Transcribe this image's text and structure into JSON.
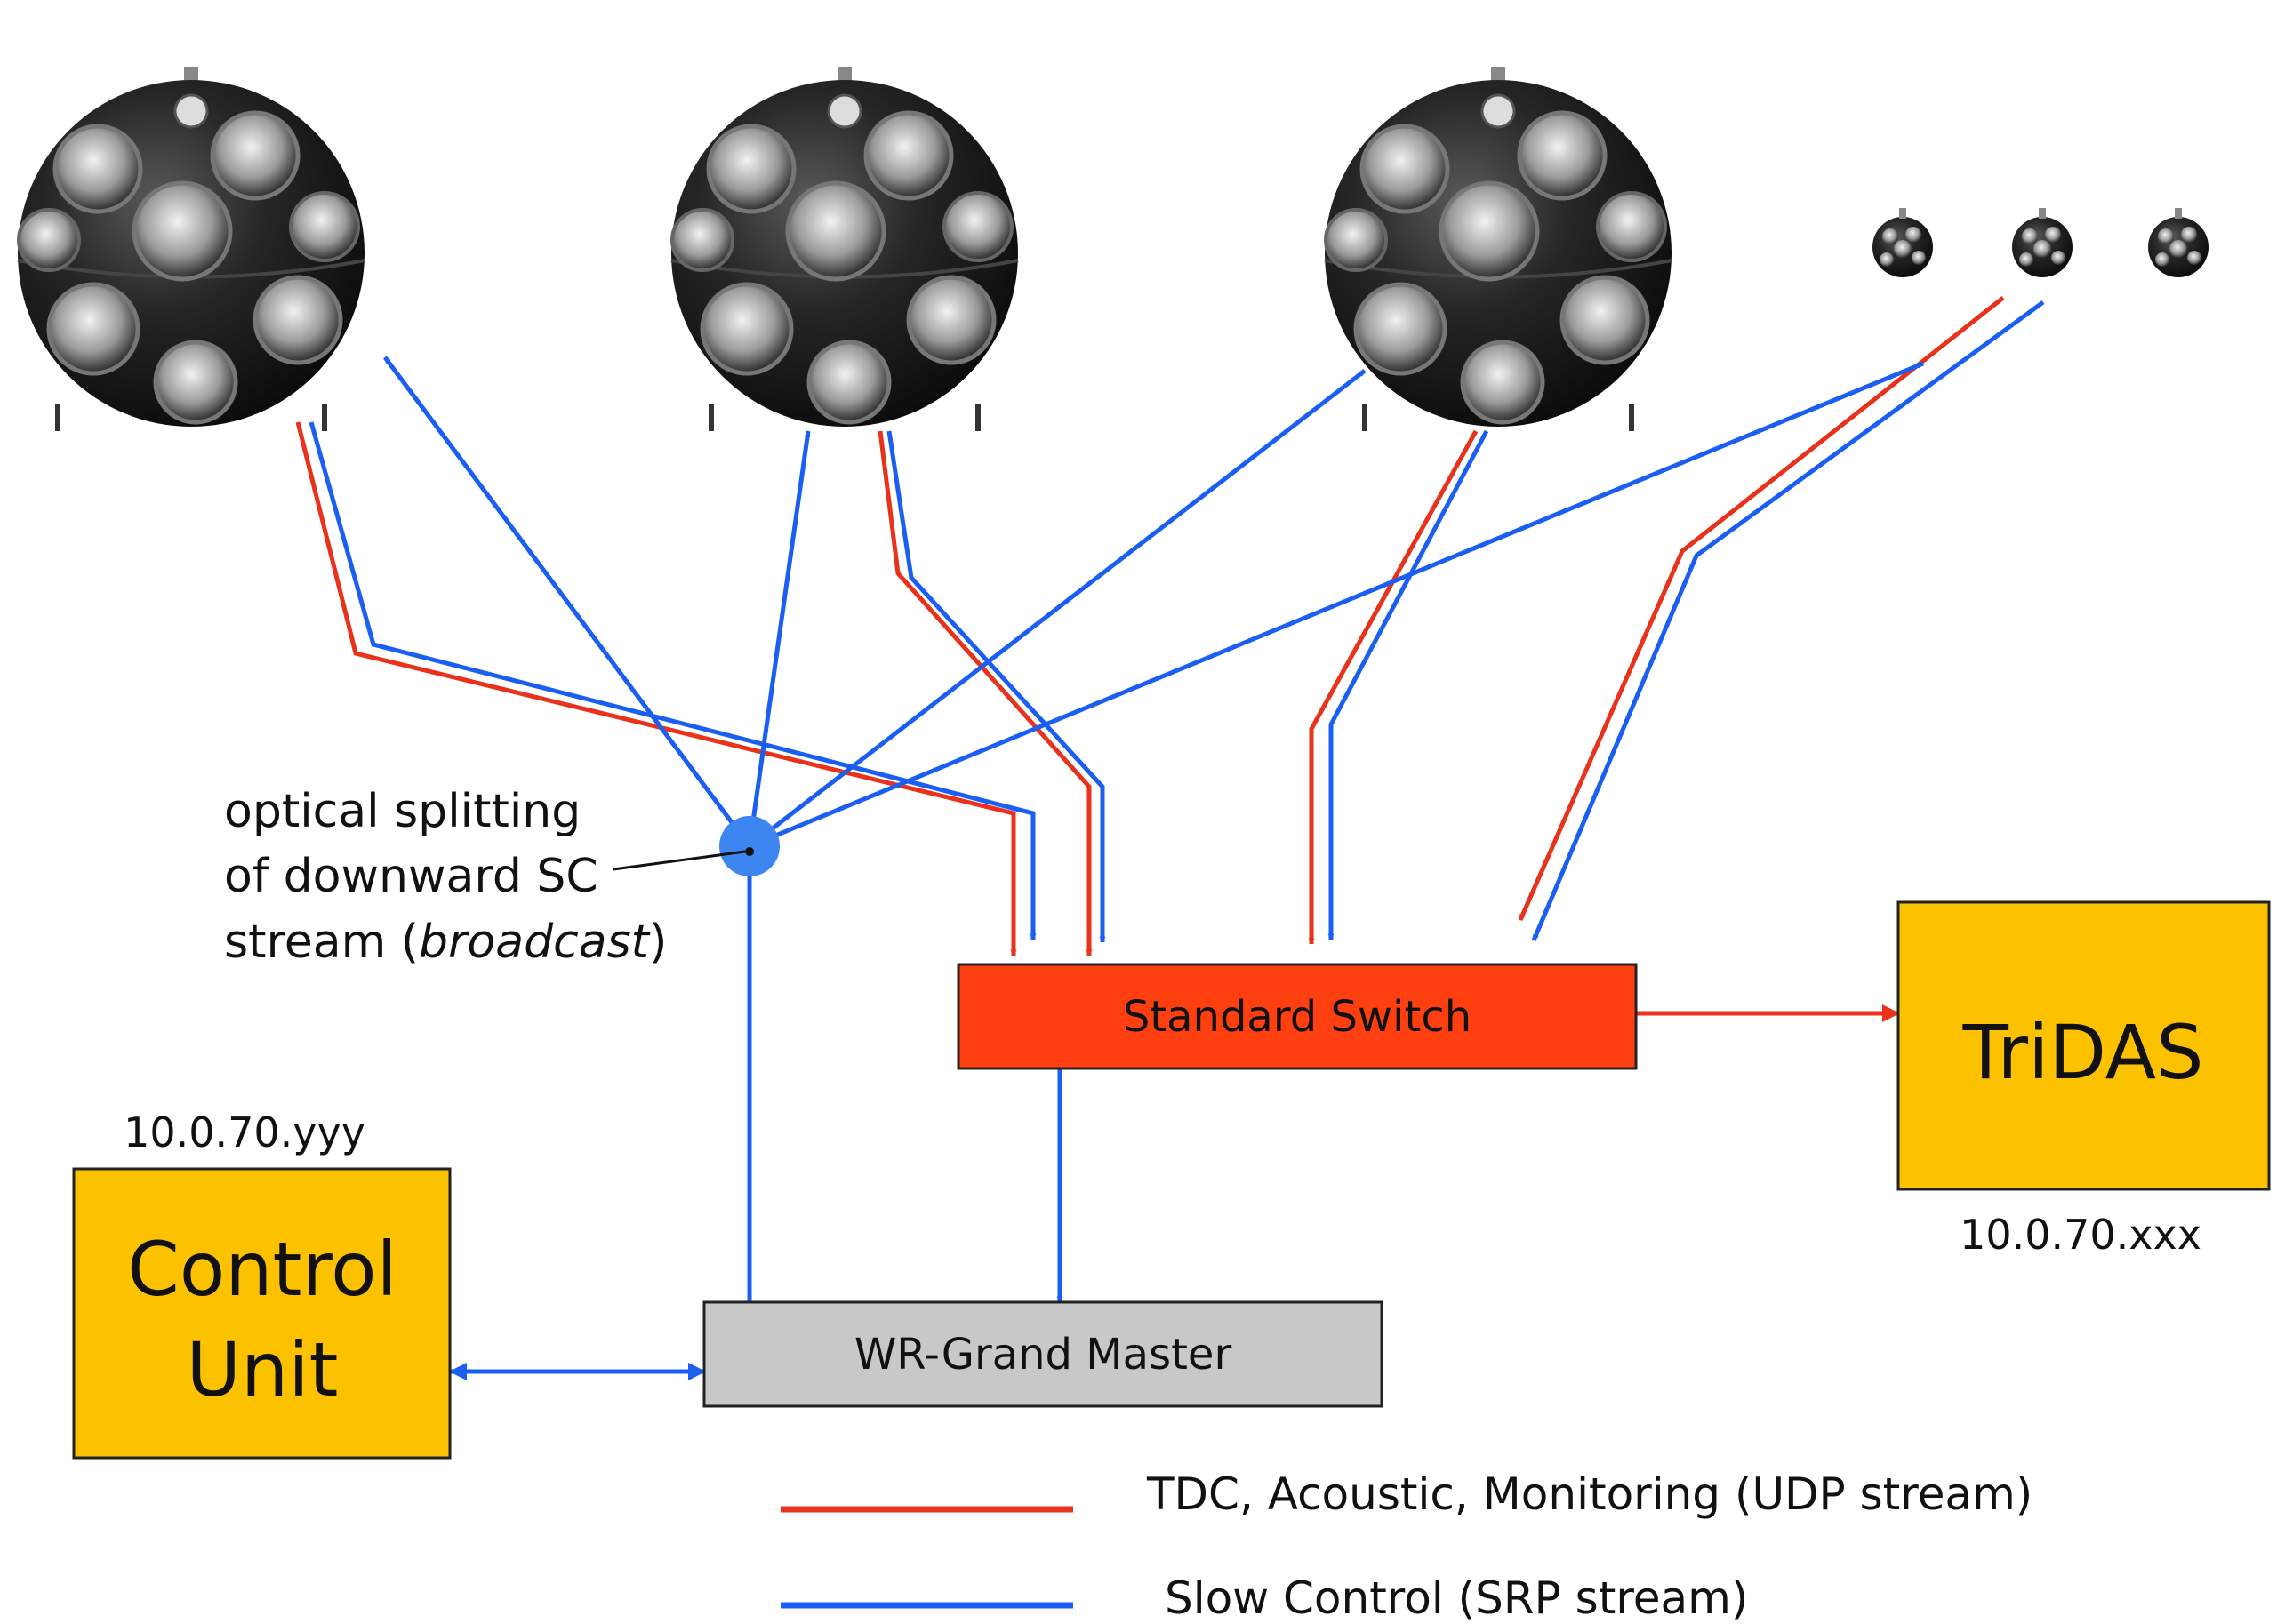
{
  "annotation": {
    "line1": "optical splitting",
    "line2": "of downward SC",
    "line3_pre": "stream (",
    "line3_italic": "broadcast",
    "line3_post": ")"
  },
  "boxes": {
    "switch": {
      "label": "Standard Switch",
      "fill": "#ff3f0f"
    },
    "tridas": {
      "label": "TriDAS",
      "fill": "#fcc200",
      "ip": "10.0.70.xxx"
    },
    "control": {
      "line1": "Control",
      "line2": "Unit",
      "fill": "#fcc200",
      "ip": "10.0.70.yyy"
    },
    "wr": {
      "label": "WR-Grand Master",
      "fill": "#c8c8c8"
    }
  },
  "legend": {
    "red_label": "TDC, Acoustic, Monitoring (UDP stream)",
    "blue_label": "Slow Control (SRP stream)"
  },
  "colors": {
    "red": "#e8321c",
    "blue": "#1a5ff2",
    "splitter": "#3d86f2"
  },
  "icons": [
    "optical-module-icon",
    "optical-module-icon",
    "optical-module-icon",
    "small-module-icon",
    "small-module-icon",
    "small-module-icon"
  ]
}
